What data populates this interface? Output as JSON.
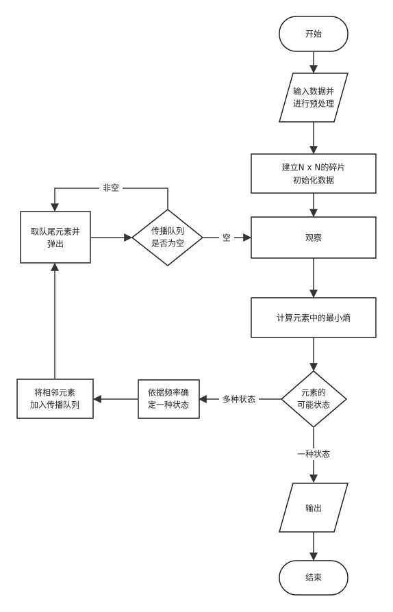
{
  "nodes": {
    "start": {
      "lines": [
        "开始"
      ]
    },
    "input": {
      "lines": [
        "输入数据并",
        "进行预处理"
      ]
    },
    "build": {
      "lines": [
        "建立N x N的碎片",
        "初始化数据"
      ]
    },
    "observe": {
      "lines": [
        "观察"
      ]
    },
    "entropy": {
      "lines": [
        "计算元素中的最小熵"
      ]
    },
    "states": {
      "lines": [
        "元素的",
        "可能状态"
      ]
    },
    "output": {
      "lines": [
        "输出"
      ]
    },
    "end": {
      "lines": [
        "结束"
      ]
    },
    "determine": {
      "lines": [
        "依据频率确",
        "定一种状态"
      ]
    },
    "addqueue": {
      "lines": [
        "将相邻元素",
        "加入传播队列"
      ]
    },
    "pop": {
      "lines": [
        "取队尾元素并",
        "弹出"
      ]
    },
    "queue_empty": {
      "lines": [
        "传播队列",
        "是否为空"
      ]
    }
  },
  "edges": {
    "not_empty": "非空",
    "empty": "空",
    "multi_state": "多种状态",
    "one_state": "一种状态"
  }
}
